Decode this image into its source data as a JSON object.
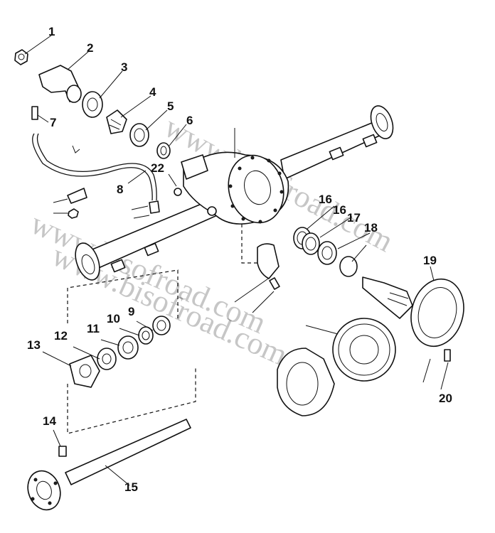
{
  "callouts": [
    "1",
    "2",
    "3",
    "4",
    "5",
    "6",
    "7",
    "8",
    "9",
    "10",
    "11",
    "12",
    "13",
    "14",
    "15",
    "16",
    "16",
    "17",
    "18",
    "19",
    "20",
    "22"
  ],
  "watermarks": [
    "www.bisofroad.com",
    "www.bisofroad.com",
    "www.bisofroad.com"
  ],
  "colors": {
    "ink": "#111111",
    "paper": "#ffffff",
    "watermark": "#000000"
  }
}
